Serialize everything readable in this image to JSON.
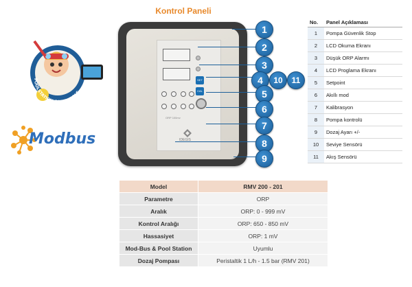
{
  "header": {
    "title": "Kontrol Paneli"
  },
  "device": {
    "lcd1_label": "LCD Okuma Ekranı",
    "brand": "IDEGIS",
    "model_label": "ORP 100mv"
  },
  "callouts": [
    "1",
    "2",
    "3",
    "4",
    "10",
    "11",
    "5",
    "6",
    "7",
    "8",
    "9"
  ],
  "legend": {
    "col_no": "No.",
    "col_desc": "Panel Açıklaması",
    "rows": [
      {
        "no": "1",
        "desc": "Pompa Güvenlik Stop"
      },
      {
        "no": "2",
        "desc": "LCD Okuma Ekranı"
      },
      {
        "no": "3",
        "desc": "Düşük ORP Alarmı"
      },
      {
        "no": "4",
        "desc": "LCD Proglama Ekranı"
      },
      {
        "no": "5",
        "desc": "Setpoint"
      },
      {
        "no": "6",
        "desc": "Akıllı mod"
      },
      {
        "no": "7",
        "desc": "Kalibrasyon"
      },
      {
        "no": "8",
        "desc": "Pompa kontrolü"
      },
      {
        "no": "9",
        "desc": "Dozaj Ayarı +/-"
      },
      {
        "no": "10",
        "desc": "Seviye Sensörü"
      },
      {
        "no": "11",
        "desc": "Akış Sensörü"
      }
    ]
  },
  "badge_text": "POOLSTATION COMPATIBLE",
  "modbus": {
    "label": "Modbus"
  },
  "spec": {
    "rows": [
      {
        "k": "Model",
        "v": "RMV 200 - 201"
      },
      {
        "k": "Parametre",
        "v": "ORP"
      },
      {
        "k": "Aralık",
        "v": "ORP: 0 - 999 mV"
      },
      {
        "k": "Kontrol Aralığı",
        "v": "ORP: 650 - 850 mV"
      },
      {
        "k": "Hassasiyet",
        "v": "ORP: 1 mV"
      },
      {
        "k": "Mod-Bus & Pool Station",
        "v": "Uyumlu"
      },
      {
        "k": "Dozaj Pompası",
        "v": "Peristaltik 1 L/h - 1.5 bar (RMV 201)"
      }
    ]
  },
  "colors": {
    "accent": "#e8892b",
    "callout": "#1c5f99",
    "modbus": "#2f6fba"
  }
}
